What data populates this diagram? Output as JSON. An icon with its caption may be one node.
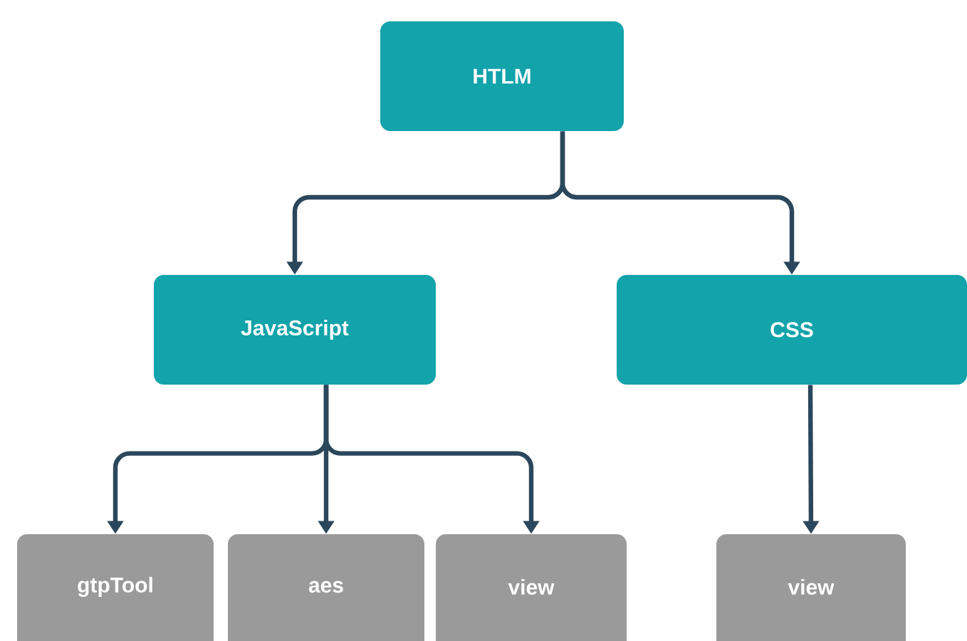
{
  "diagram": {
    "nodes": [
      {
        "text": [
          "HTLM"
        ]
      },
      {
        "text": [
          "JavaScript"
        ]
      },
      {
        "text": [
          "CSS"
        ]
      },
      {
        "text": [
          "gtpTool"
        ]
      },
      {
        "text": [
          "aes"
        ]
      },
      {
        "text": [
          "view"
        ]
      },
      {
        "text": [
          "view"
        ]
      }
    ],
    "edges": [
      {
        "from": 0,
        "to": 1,
        "arrow": "to"
      },
      {
        "from": 0,
        "to": 2,
        "arrow": "to"
      },
      {
        "from": 1,
        "to": 3,
        "arrow": "to"
      },
      {
        "from": 1,
        "to": 4,
        "arrow": "to"
      },
      {
        "from": 1,
        "to": 5,
        "arrow": "to"
      },
      {
        "from": 2,
        "to": 6,
        "arrow": "to"
      }
    ]
  }
}
